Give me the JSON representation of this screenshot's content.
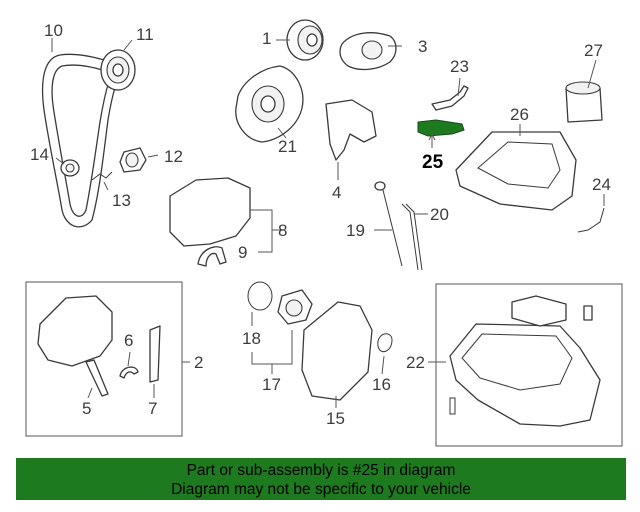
{
  "callouts": {
    "n1": "1",
    "n2": "2",
    "n3": "3",
    "n4": "4",
    "n5": "5",
    "n6": "6",
    "n7": "7",
    "n8": "8",
    "n9": "9",
    "n10": "10",
    "n11": "11",
    "n12": "12",
    "n13": "13",
    "n14": "14",
    "n15": "15",
    "n16": "16",
    "n17": "17",
    "n18": "18",
    "n19": "19",
    "n20": "20",
    "n21": "21",
    "n22": "22",
    "n23": "23",
    "n24": "24",
    "n25": "25",
    "n26": "26",
    "n27": "27"
  },
  "highlight": {
    "part_number": "25",
    "color": "#1e7a1e"
  },
  "banner": {
    "line1": "Part or sub-assembly is #25 in diagram",
    "line2": "Diagram may not be specific to your vehicle",
    "background": "#1e7a1e"
  }
}
